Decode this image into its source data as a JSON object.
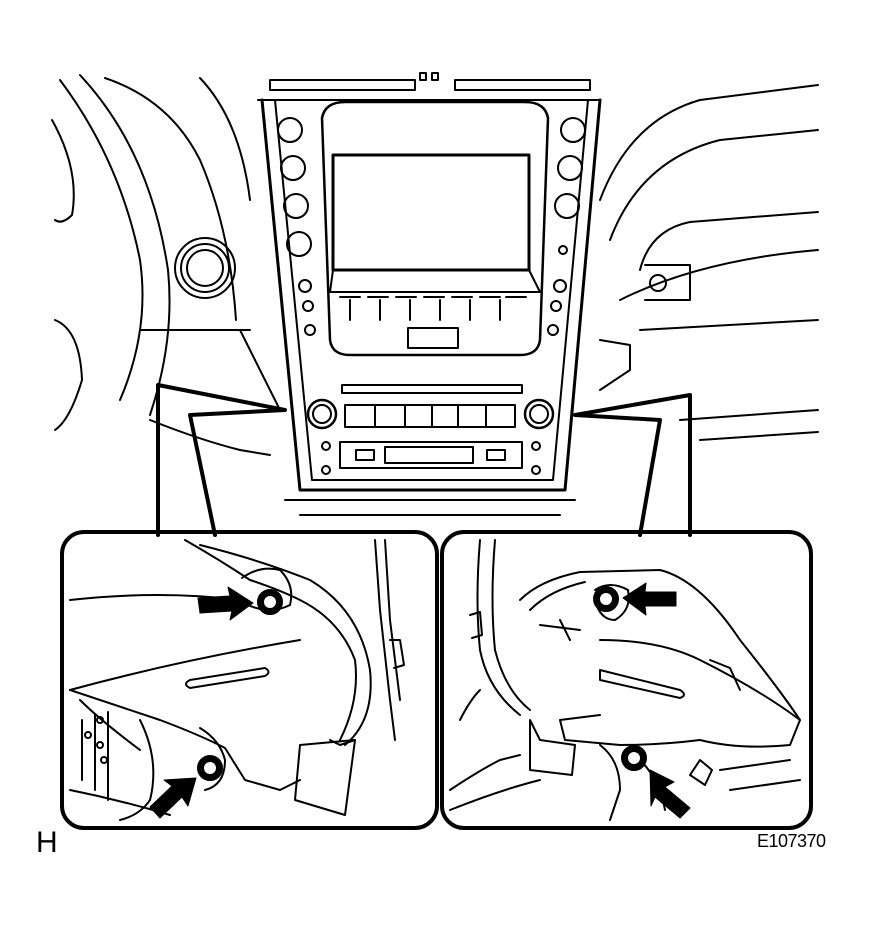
{
  "figure": {
    "step_letter": "H",
    "figure_code": "E107370"
  },
  "palette": {
    "line": "#000000",
    "background": "#ffffff"
  },
  "callouts": {
    "left_detail": {
      "arrow_count": 2
    },
    "right_detail": {
      "arrow_count": 2
    }
  }
}
